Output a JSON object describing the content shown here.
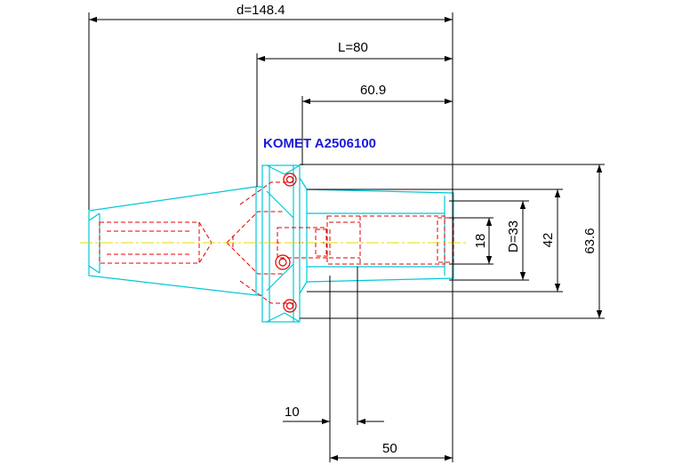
{
  "title": "KOMET A2506100",
  "dimensions": {
    "overall_length": "d=148.4",
    "gauge_length": "L=80",
    "flange_to_end": "60.9",
    "clamping_length": "50",
    "set_screw_offset": "10",
    "bore_diameter": "18",
    "shank_diameter": "D=33",
    "nose_diameter": "42",
    "flange_diameter": "63.6"
  },
  "colors": {
    "outline": "#00c8d8",
    "hidden": "#e00000",
    "center": "#e8d800",
    "dimension": "#000000",
    "title": "#1a1adc"
  }
}
